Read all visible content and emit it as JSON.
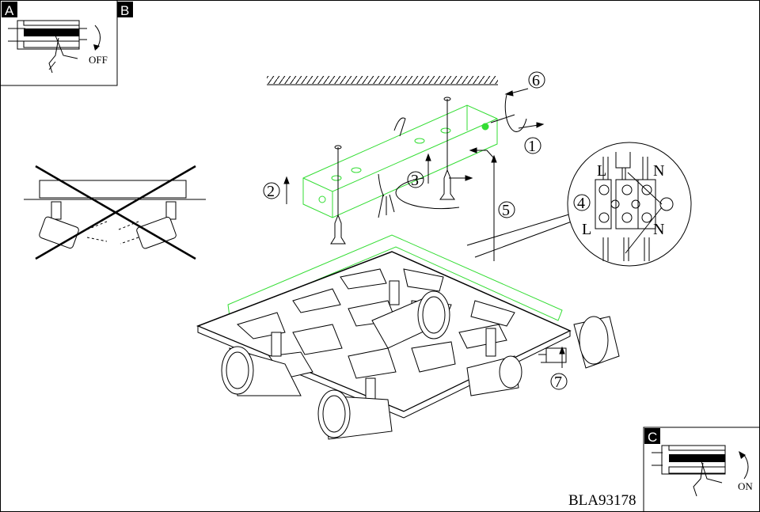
{
  "panels": {
    "a": {
      "label": "A",
      "caption": "OFF"
    },
    "b": {
      "label": "B"
    },
    "c": {
      "label": "C",
      "caption": "ON"
    }
  },
  "steps": [
    "1",
    "2",
    "3",
    "4",
    "5",
    "6",
    "7"
  ],
  "wiring": {
    "live": "L",
    "neutral": "N"
  },
  "model_code": "BLA93178",
  "colors": {
    "bracket_outline": "#33dd33",
    "line": "#000000"
  }
}
